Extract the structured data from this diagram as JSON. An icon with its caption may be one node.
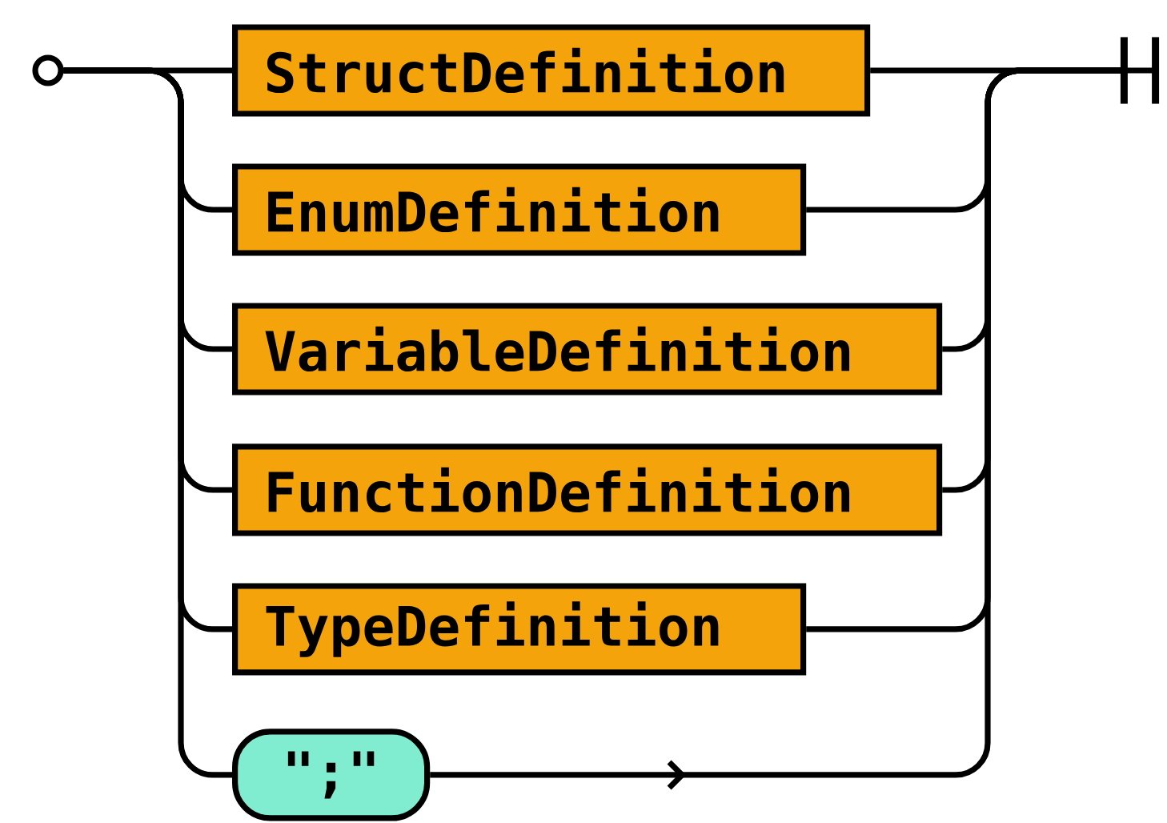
{
  "diagram": {
    "nodes": [
      {
        "text": [],
        "shape": "circle"
      },
      {
        "text": [
          "StructDefinition"
        ]
      },
      {
        "text": [
          "EnumDefinition"
        ]
      },
      {
        "text": [
          "VariableDefinition"
        ]
      },
      {
        "text": [
          "FunctionDefinition"
        ]
      },
      {
        "text": [
          "TypeDefinition"
        ]
      },
      {
        "text": [
          "\";\""
        ]
      },
      {
        "text": [],
        "shape": "bar"
      }
    ],
    "edges": [
      {
        "from": 0,
        "to": 1,
        "arrow": "none"
      },
      {
        "from": 0,
        "to": 2,
        "arrow": "none"
      },
      {
        "from": 0,
        "to": 3,
        "arrow": "none"
      },
      {
        "from": 0,
        "to": 4,
        "arrow": "none"
      },
      {
        "from": 0,
        "to": 5,
        "arrow": "none"
      },
      {
        "from": 0,
        "to": 6,
        "arrow": "none"
      },
      {
        "from": 1,
        "to": 7,
        "arrow": "none"
      },
      {
        "from": 2,
        "to": 7,
        "arrow": "none"
      },
      {
        "from": 3,
        "to": 7,
        "arrow": "none"
      },
      {
        "from": 4,
        "to": 7,
        "arrow": "none"
      },
      {
        "from": 5,
        "to": 7,
        "arrow": "none"
      },
      {
        "from": 6,
        "to": 7,
        "arrow": "to"
      }
    ]
  }
}
